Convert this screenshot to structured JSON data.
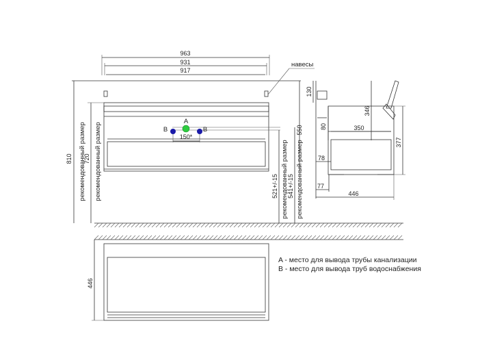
{
  "front": {
    "dim_963": "963",
    "dim_931": "931",
    "dim_917": "917",
    "dim_150": "150*",
    "dim_810": "810",
    "dim_720": "720",
    "dim_550": "550",
    "dim_521": "521+/-15",
    "dim_541": "541+/-15",
    "rec_size": "рекомендованный размер",
    "hinges": "навесы",
    "point_a": "A",
    "point_b": "B"
  },
  "side": {
    "dim_130": "130",
    "dim_80": "80",
    "dim_346": "346",
    "dim_350": "350",
    "dim_377": "377",
    "dim_78": "78",
    "dim_77": "77",
    "dim_446": "446"
  },
  "plan": {
    "dim_446": "446"
  },
  "legend": {
    "a": "A - место для вывода трубы канализации",
    "b": "B - место для вывода труб водоснабжения"
  },
  "colors": {
    "point_a": "#2ecc40",
    "point_b": "#1a1aa8"
  }
}
